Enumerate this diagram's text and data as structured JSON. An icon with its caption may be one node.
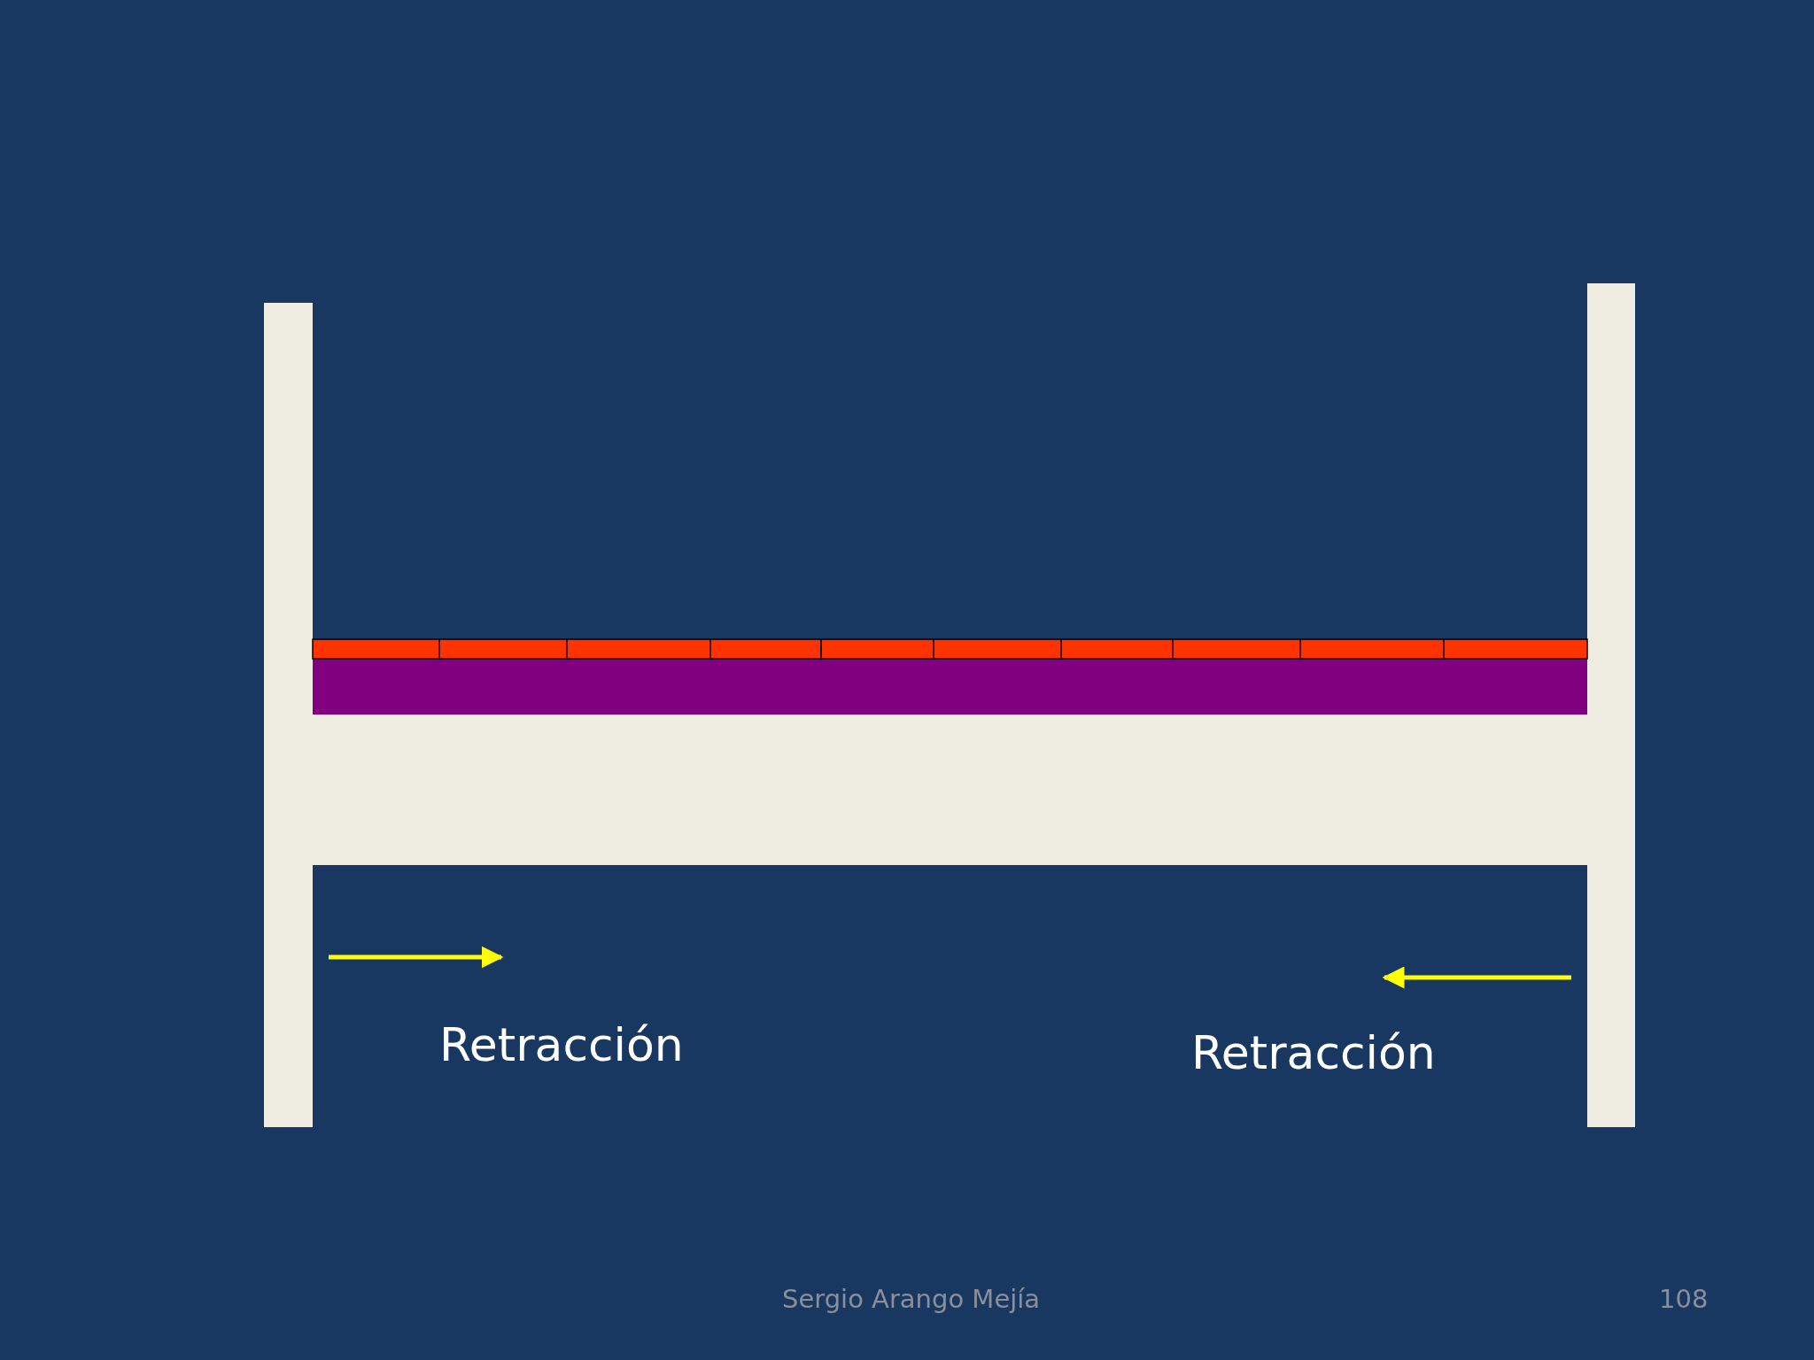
{
  "diagram": {
    "labels": [
      "Retracción",
      "Retracción",
      "Sergio Arango Mejía",
      "108"
    ]
  }
}
